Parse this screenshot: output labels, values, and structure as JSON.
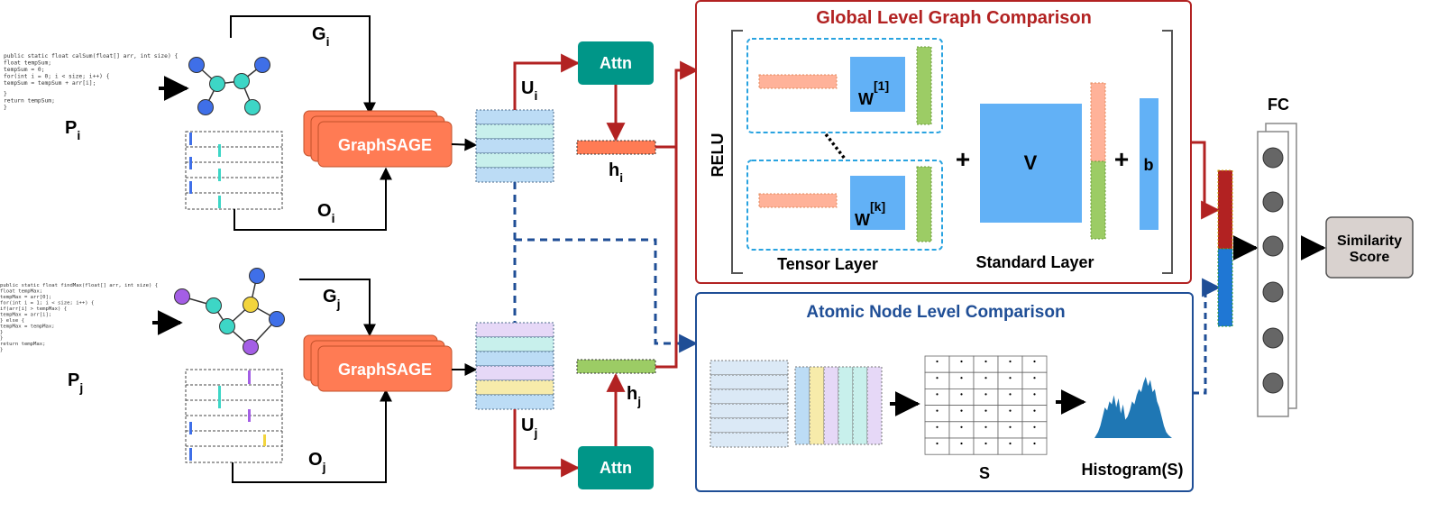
{
  "code_i": [
    "public static float calSum(float[] arr, int size) {",
    "        float tempSum;",
    "        tempSum = 0;",
    "        for(int i = 0; i < size; i++) {",
    "                tempSum = tempSum + arr[i];",
    "        }",
    "        return tempSum;",
    "}"
  ],
  "code_j": [
    "public static float findMax(float[] arr, int size) {",
    "        float tempMax;",
    "        tempMax = arr[0];",
    "        for(int i = 1; i < size; i++) {",
    "                if(arr[i] > tempMax) {",
    "                        tempMax = arr[i];",
    "                } else {",
    "                        tempMax = tempMax;",
    "                }",
    "        }",
    "        return tempMax;",
    "}"
  ],
  "labels": {
    "p_i": "P",
    "p_i_sub": "i",
    "p_j": "P",
    "p_j_sub": "j",
    "g_i": "G",
    "g_i_sub": "i",
    "g_j": "G",
    "g_j_sub": "j",
    "o_i": "O",
    "o_i_sub": "i",
    "o_j": "O",
    "o_j_sub": "j",
    "u_i": "U",
    "u_i_sub": "i",
    "u_j": "U",
    "u_j_sub": "j",
    "h_i": "h",
    "h_i_sub": "i",
    "h_j": "h",
    "h_j_sub": "j",
    "graphsage_top": "GraphSAGE",
    "graphsage_bottom": "GraphSAGE",
    "attn_top": "Attn",
    "attn_bottom": "Attn"
  },
  "global_panel": {
    "title": "Global Level Graph Comparison",
    "relu": "RELU",
    "w1": "W",
    "w1_sup": "[1]",
    "wk": "W",
    "wk_sup": "[k]",
    "plus1": "+",
    "plus2": "+",
    "v": "V",
    "b": "b",
    "tensor_layer": "Tensor Layer",
    "standard_layer": "Standard Layer"
  },
  "atomic_panel": {
    "title": "Atomic Node Level Comparison",
    "s": "S",
    "histogram": "Histogram(S)"
  },
  "fc": "FC",
  "similarity": [
    "Similarity",
    "Score"
  ],
  "colors": {
    "red": "#b22222",
    "blue": "#1f4e96",
    "orange": "#ff7b54",
    "teal": "#009688",
    "node_blue": "#3f6fe8",
    "node_teal": "#3dd6c6",
    "node_purple": "#a45ee5",
    "node_yellow": "#f2d43d",
    "weight_blue": "#62b1f6",
    "green": "#9ccc65",
    "salmon": "#ffb299",
    "hist_blue": "#1f77b4",
    "gray": "#d9d2cf"
  }
}
